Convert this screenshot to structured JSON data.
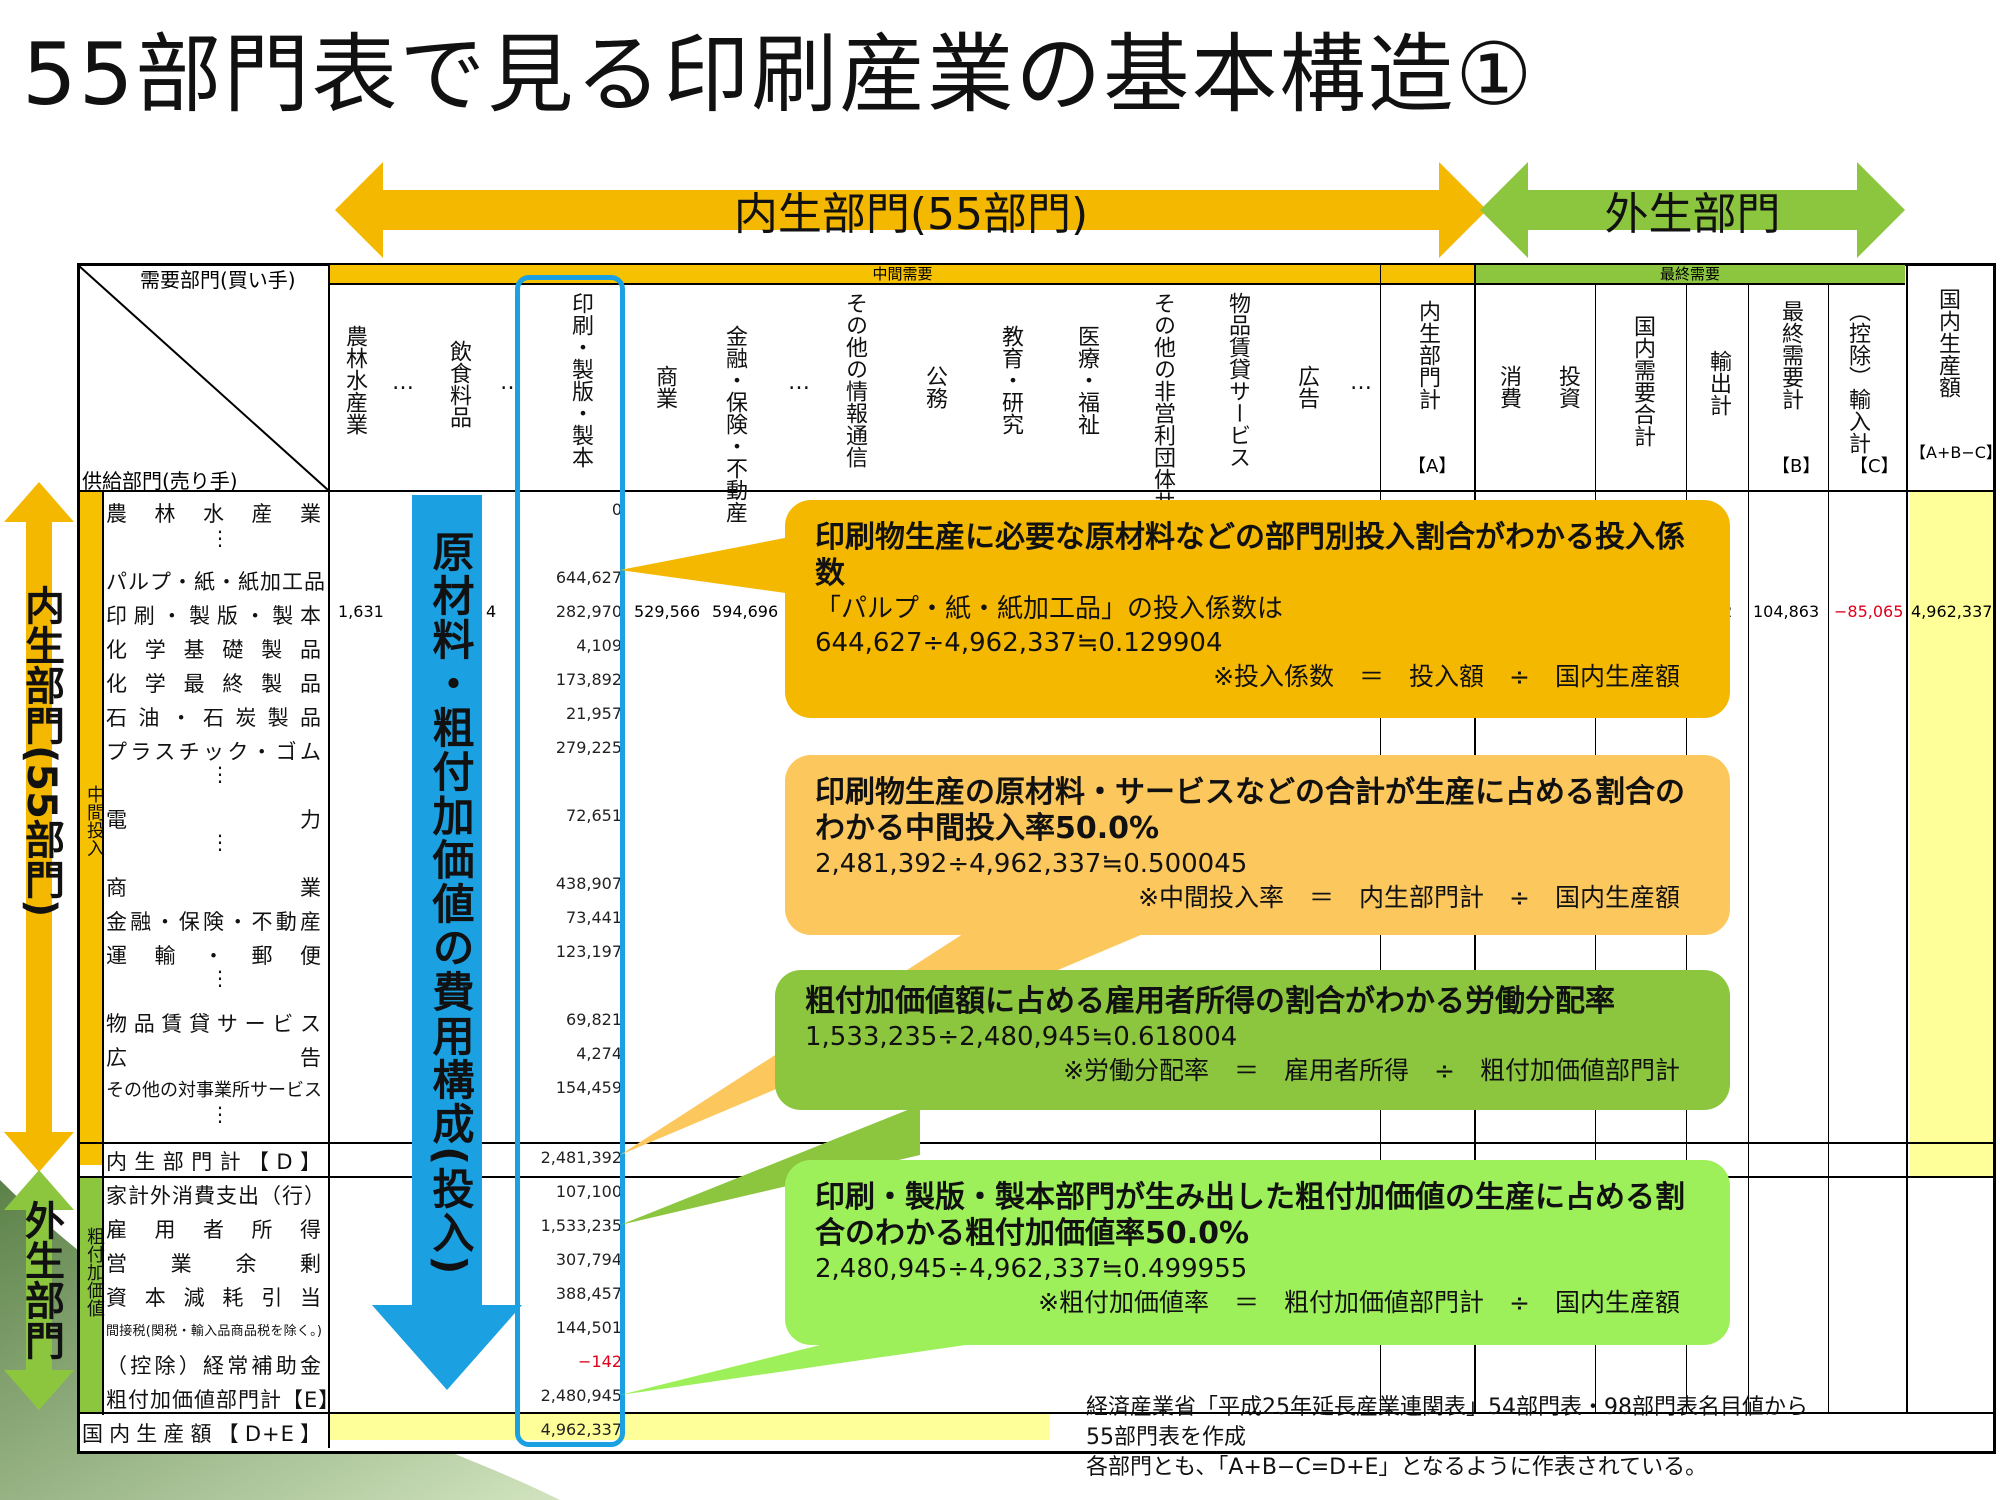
{
  "title": "55部門表で見る印刷産業の基本構造①",
  "arrows": {
    "endogenous": "内生部門(55部門)",
    "exogenous": "外生部門"
  },
  "side": {
    "endogenous": "内生部門(55部門)",
    "exogenous": "外生部門"
  },
  "table": {
    "buyer_label": "需要部門(買い手)",
    "seller_label": "供給部門(売り手)",
    "header_intermediate": "中間需要",
    "header_final": "最終需要",
    "columns": [
      {
        "label": "農林水産業"
      },
      {
        "label": "…"
      },
      {
        "label": "飲食料品"
      },
      {
        "label": "…"
      },
      {
        "label": "印刷・製版・製本"
      },
      {
        "label": "商業"
      },
      {
        "label": "金融・保険・不動産"
      },
      {
        "label": "…"
      },
      {
        "label": "その他の情報通信"
      },
      {
        "label": "公務"
      },
      {
        "label": "教育・研究"
      },
      {
        "label": "医療・福祉"
      },
      {
        "label": "その他の非営利団体サービス"
      },
      {
        "label": "物品賃貸サービス"
      },
      {
        "label": "広告"
      },
      {
        "label": "…"
      },
      {
        "label": "内生部門計"
      },
      {
        "label": "【A】"
      },
      {
        "label": "消費"
      },
      {
        "label": "投資"
      },
      {
        "label": "国内需要合計"
      },
      {
        "label": "輸出計"
      },
      {
        "label": "最終需要計"
      },
      {
        "label": "【B】"
      },
      {
        "label": "（控除）輸入計"
      },
      {
        "label": "【C】"
      },
      {
        "label": "国内生産額"
      },
      {
        "label": "【A+B−C】"
      }
    ],
    "band_intermediate": "中間投入",
    "band_value_added": "粗付加価値",
    "rows": [
      {
        "label": "農林水産業",
        "value": "0"
      },
      {
        "label": "パルプ・紙・紙加工品",
        "value": "644,627"
      },
      {
        "label": "印刷・製版・製本",
        "value": "282,970"
      },
      {
        "label": "化学基礎製品",
        "value": "4,109"
      },
      {
        "label": "化学最終製品",
        "value": "173,892"
      },
      {
        "label": "石油・石炭製品",
        "value": "21,957"
      },
      {
        "label": "プラスチック・ゴム",
        "value": "279,225"
      },
      {
        "label": "電力",
        "value": "72,651"
      },
      {
        "label": "商業",
        "value": "438,907"
      },
      {
        "label": "金融・保険・不動産",
        "value": "73,441"
      },
      {
        "label": "運輸・郵便",
        "value": "123,197"
      },
      {
        "label": "物品賃貸サービス",
        "value": "69,821"
      },
      {
        "label": "広告",
        "value": "4,274"
      },
      {
        "label": "その他の対事業所サービス",
        "value": "154,459"
      },
      {
        "label": "内生部門計【D】",
        "value": "2,481,392"
      },
      {
        "label": "家計外消費支出（行）",
        "value": "107,100"
      },
      {
        "label": "雇用者所得",
        "value": "1,533,235"
      },
      {
        "label": "営業余剰",
        "value": "307,794"
      },
      {
        "label": "資本減耗引当",
        "value": "388,457"
      },
      {
        "label": "間接税(関税・輸入品商品税を除く。)",
        "value": "144,501"
      },
      {
        "label": "（控除）経常補助金",
        "value": "−142"
      },
      {
        "label": "粗付加価値部門計【E】",
        "value": "2,480,945"
      },
      {
        "label": "国内生産額【D+E】",
        "value": "4,962,337"
      }
    ],
    "print_row_values": {
      "agri": "1,631",
      "food": "4",
      "commerce": "529,566",
      "finance": "594,696",
      "partial": "52",
      "final_total": "104,863",
      "imports": "−85,065",
      "output": "4,962,337"
    },
    "vertical_arrow_label": "原材料・粗付加価値の費用構成(投入)",
    "colors": {
      "intermediate": "#f5c100",
      "final": "#8cc63f",
      "highlight": "#ffff99",
      "blue": "#1ba1e2"
    }
  },
  "callouts": [
    {
      "heading": "印刷物生産に必要な原材料などの部門別投入割合がわかる投入係数",
      "line1": "「パルプ・紙・紙加工品」の投入係数は",
      "line2": "644,627÷4,962,337≒0.129904",
      "note": "※投入係数　＝　投入額　÷　国内生産額",
      "color": "#f5b800"
    },
    {
      "heading": "印刷物生産の原材料・サービスなどの合計が生産に占める割合のわかる中間投入率50.0%",
      "line1": "2,481,392÷4,962,337≒0.500045",
      "note": "※中間投入率　＝　内生部門計　÷　国内生産額",
      "color": "#fcc85e"
    },
    {
      "heading": "粗付加価値額に占める雇用者所得の割合がわかる労働分配率",
      "line1": "1,533,235÷2,480,945≒0.618004",
      "note": "※労働分配率　＝　雇用者所得　÷　粗付加価値部門計",
      "color": "#8cc63f"
    },
    {
      "heading": "印刷・製版・製本部門が生み出した粗付加価値の生産に占める割合のわかる粗付加価値率50.0%",
      "line1": "2,480,945÷4,962,337≒0.499955",
      "note": "※粗付加価値率　＝　粗付加価値部門計　÷　国内生産額",
      "color": "#9ef05a"
    }
  ],
  "source": {
    "line1": "経済産業省「平成25年延長産業連関表」54部門表・98部門表名目値から",
    "line2": "55部門表を作成",
    "line3": "各部門とも、「A+B−C=D+E」となるように作表されている。"
  }
}
